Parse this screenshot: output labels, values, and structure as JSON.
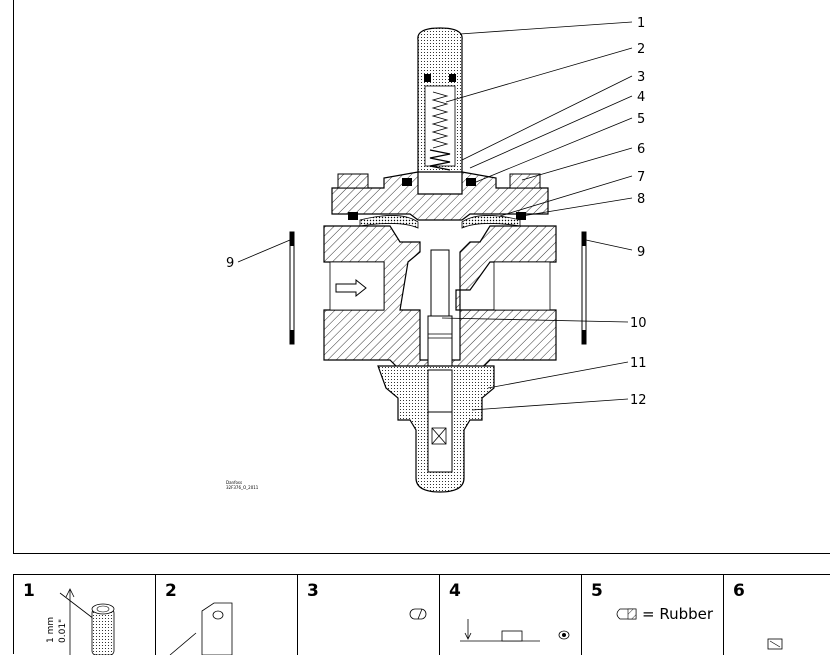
{
  "callouts": [
    "1",
    "2",
    "3",
    "4",
    "5",
    "6",
    "7",
    "8",
    "9",
    "10",
    "11",
    "12"
  ],
  "callout_9_right": "9",
  "credit": {
    "line1": "Danfoss",
    "line2": "32F376_O_2011"
  },
  "steps": [
    {
      "number": "1",
      "note_a": "1 mm",
      "note_b": "0.01\""
    },
    {
      "number": "2"
    },
    {
      "number": "3"
    },
    {
      "number": "4"
    },
    {
      "number": "5",
      "legend": "= Rubber"
    },
    {
      "number": "6"
    }
  ]
}
